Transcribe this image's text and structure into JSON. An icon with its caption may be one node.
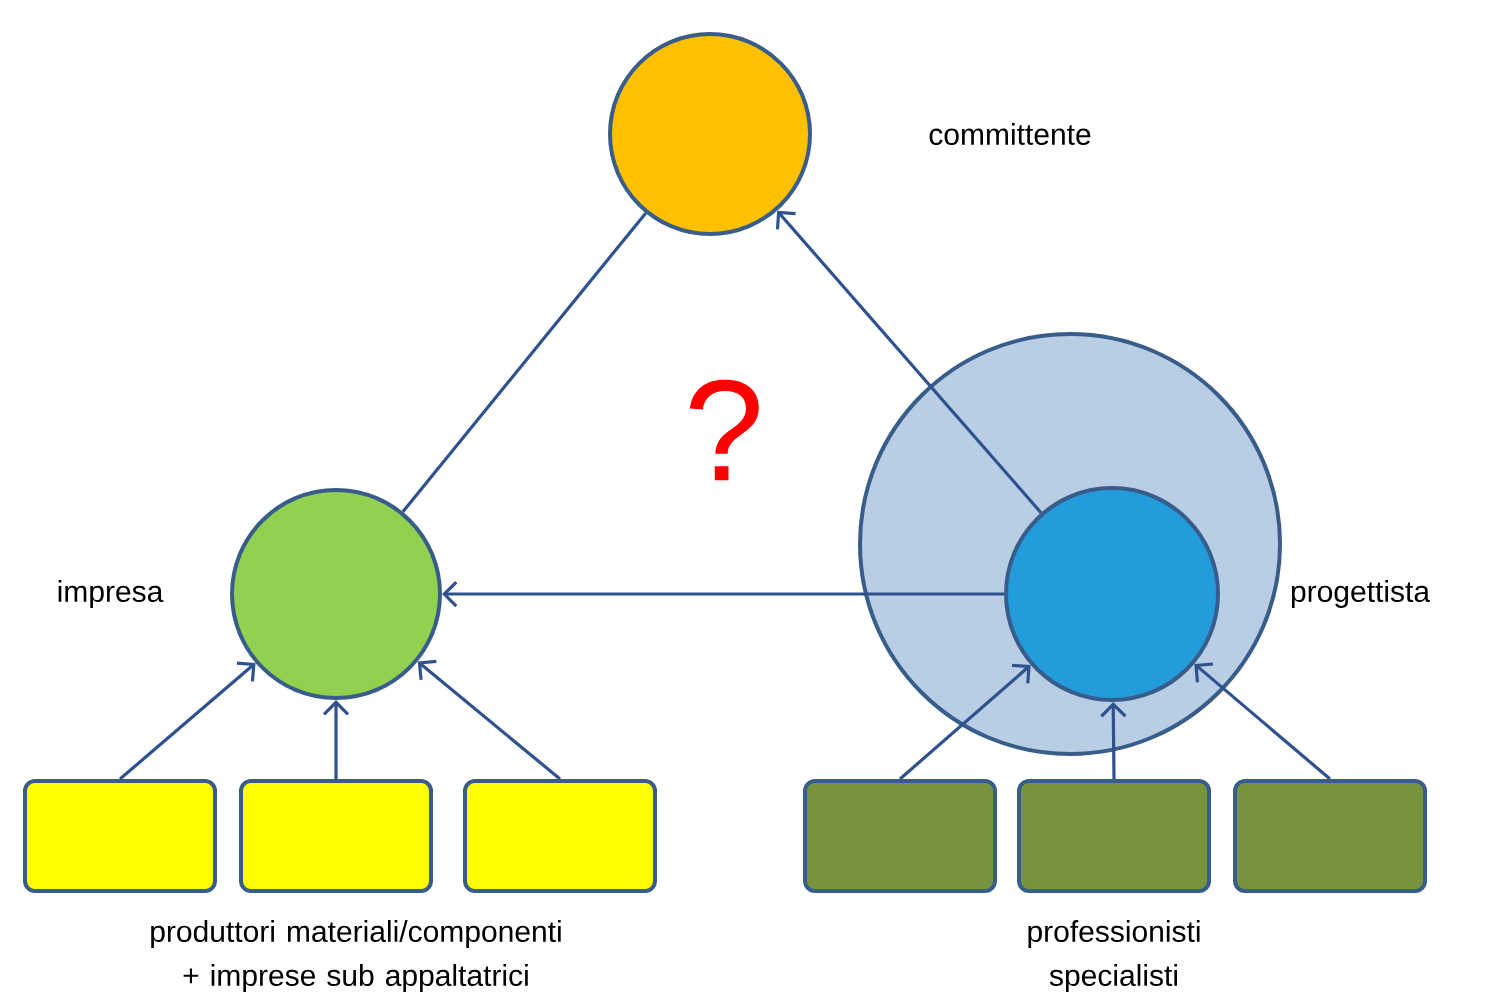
{
  "diagram": {
    "nodes": [
      {
        "text": [],
        "shape": "circle",
        "beside": [
          "committente"
        ]
      },
      {
        "text": [],
        "shape": "circle",
        "beside": [
          "impresa"
        ]
      },
      {
        "text": [],
        "shape": "circle",
        "beside": [
          "progettista"
        ]
      },
      {
        "text": [],
        "shape": "circle",
        "in": 2
      },
      {
        "text": [],
        "shape": "box"
      },
      {
        "text": [],
        "shape": "box"
      },
      {
        "text": [],
        "shape": "box"
      },
      {
        "text": [],
        "shape": "box"
      },
      {
        "text": [],
        "shape": "box"
      },
      {
        "text": [],
        "shape": "box"
      }
    ],
    "edges": [
      {
        "from": 1,
        "to": 0,
        "arrow": "none"
      },
      {
        "from": 3,
        "to": 0,
        "arrow": "to"
      },
      {
        "from": 3,
        "to": 1,
        "arrow": "to"
      },
      {
        "from": 4,
        "to": 1,
        "arrow": "to"
      },
      {
        "from": 5,
        "to": 1,
        "arrow": "to"
      },
      {
        "from": 6,
        "to": 1,
        "arrow": "to"
      },
      {
        "from": 7,
        "to": 3,
        "arrow": "to"
      },
      {
        "from": 8,
        "to": 3,
        "arrow": "to"
      },
      {
        "from": 9,
        "to": 3,
        "arrow": "to"
      }
    ],
    "labels": [
      "?",
      "produttori materiali/componenti + imprese sub appaltatrici",
      "professionisti specialisti"
    ]
  }
}
